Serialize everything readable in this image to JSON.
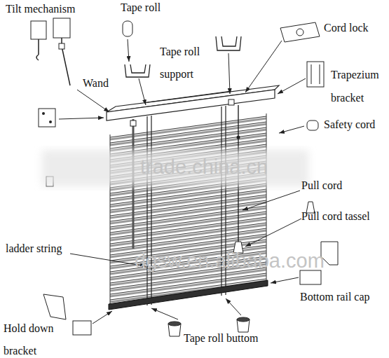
{
  "diagram": {
    "labels": [
      "Tilt mechanism",
      "Tape roll",
      "Tape roll support",
      "Cord lock",
      "Trapezium bracket",
      "Wand",
      "Safety cord",
      "Pull cord",
      "Pull cord tassel",
      "ladder string",
      "Bottom rail cap",
      "Hold down bracket",
      "Tape roll buttom",
      "trade.china.cn",
      "dgsw.en.alibaba.com"
    ]
  }
}
